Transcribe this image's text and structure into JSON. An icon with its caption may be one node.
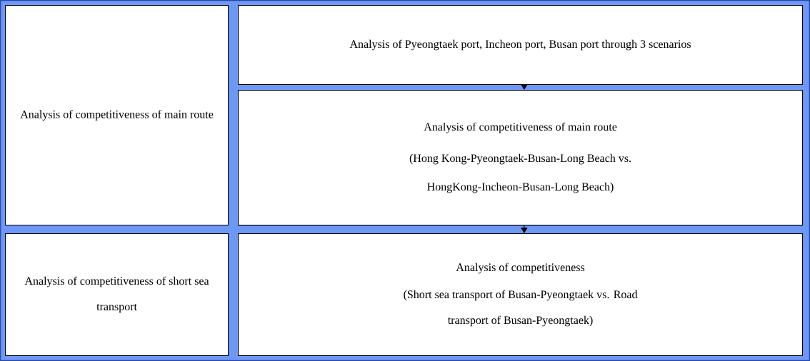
{
  "diagram": {
    "nodes": [
      {
        "text": [
          "Analysis of competitiveness of main route"
        ]
      },
      {
        "text": [
          "Analysis of Pyeongtaek port, Incheon port, Busan port through 3 scenarios"
        ]
      },
      {
        "text": [
          "Analysis of competitiveness of main route",
          "(Hong Kong-Pyeongtaek-Busan-Long Beach vs. HongKong-Incheon-Busan-Long Beach)"
        ]
      },
      {
        "text": [
          "Analysis of competitiveness of short sea transport"
        ]
      },
      {
        "text": [
          "Analysis of competitiveness",
          "(Short sea transport of Busan-Pyeongtaek vs. Road transport of Busan-Pyeongtaek)"
        ]
      }
    ],
    "edges": [
      {
        "from": 1,
        "to": 2,
        "arrow": "to"
      },
      {
        "from": 2,
        "to": 4,
        "arrow": "to"
      }
    ]
  }
}
